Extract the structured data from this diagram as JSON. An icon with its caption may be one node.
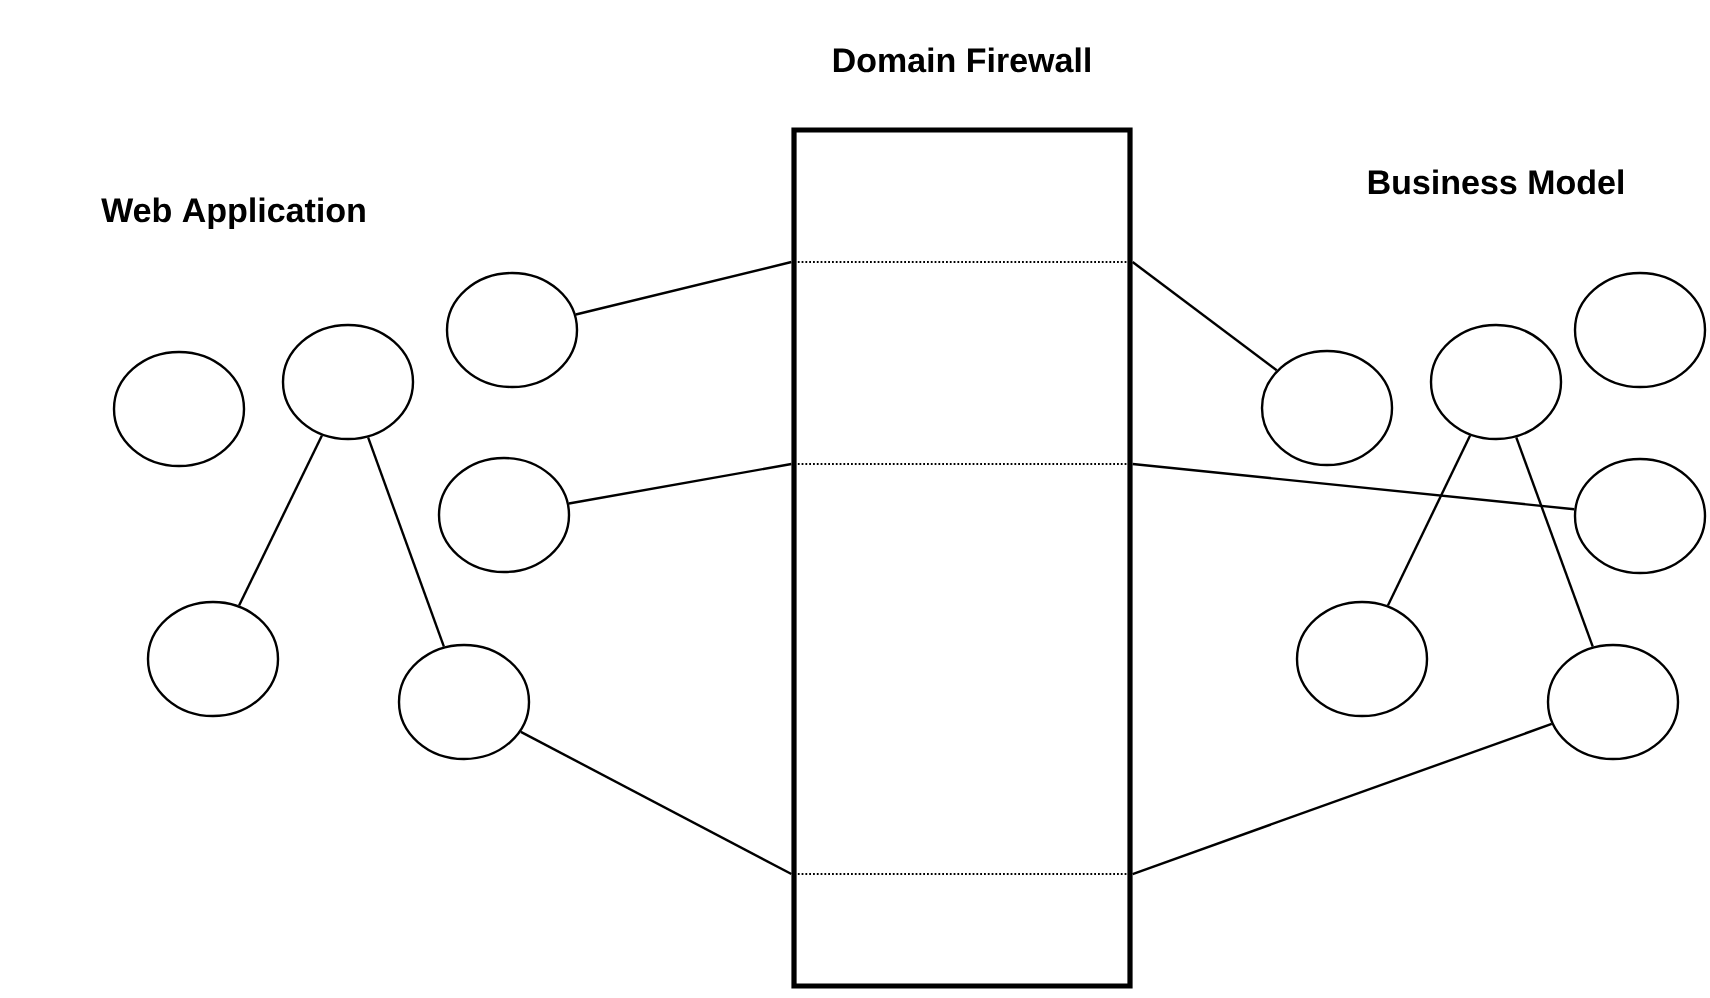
{
  "diagram": {
    "nodes": [
      {
        "text": [
          "Domain Firewall"
        ]
      },
      {
        "text": [],
        "shape": "circle"
      },
      {
        "text": [],
        "shape": "circle"
      },
      {
        "text": [],
        "shape": "circle"
      },
      {
        "text": [],
        "shape": "circle"
      },
      {
        "text": [],
        "shape": "circle"
      },
      {
        "text": [],
        "shape": "circle"
      },
      {
        "text": [],
        "shape": "circle"
      },
      {
        "text": [],
        "shape": "circle"
      },
      {
        "text": [],
        "shape": "circle"
      },
      {
        "text": [],
        "shape": "circle"
      },
      {
        "text": [],
        "shape": "circle"
      },
      {
        "text": [],
        "shape": "circle"
      }
    ],
    "edges": [
      {
        "from": 2,
        "to": 5,
        "arrow": "none"
      },
      {
        "from": 2,
        "to": 6,
        "arrow": "none"
      },
      {
        "from": 3,
        "to": 0,
        "arrow": "none"
      },
      {
        "from": 4,
        "to": 0,
        "arrow": "none"
      },
      {
        "from": 6,
        "to": 0,
        "arrow": "none"
      },
      {
        "from": 0,
        "to": 7,
        "arrow": "none"
      },
      {
        "from": 0,
        "to": 10,
        "arrow": "none"
      },
      {
        "from": 0,
        "to": 12,
        "arrow": "none"
      },
      {
        "from": 8,
        "to": 11,
        "arrow": "none"
      },
      {
        "from": 8,
        "to": 12,
        "arrow": "none"
      }
    ],
    "labels": [
      "Web Application",
      "Business Model"
    ]
  }
}
